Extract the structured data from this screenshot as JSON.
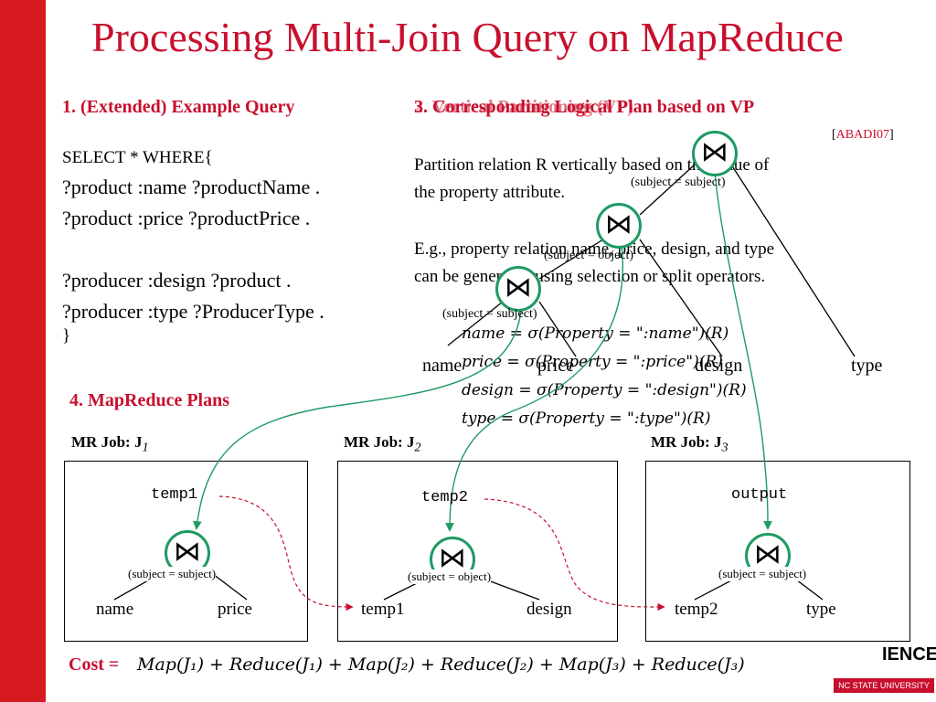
{
  "title": "Processing Multi-Join Query on MapReduce",
  "section1": {
    "heading": "1. (Extended) Example Query",
    "lines": [
      "SELECT * WHERE{",
      "?product   :name ?productName .",
      "?product   :price ?productPrice .",
      "",
      "?producer :design ?product .",
      "?producer :type ?ProducerType .",
      "}"
    ]
  },
  "section23": {
    "heading": "3. Corresponding Logical Plan based on VP",
    "heading_overlap": "2. Vertical Partitioning (VP)",
    "ref_open": "[",
    "ref": "ABADI07",
    "ref_close": "]",
    "para1": [
      "Partition relation R  vertically based on the  value of",
      "the property attribute."
    ],
    "para2": [
      "E.g., property relation name, price, design, and type",
      "can be generated using selection or split operators."
    ],
    "formulas": [
      "name = σ(Property = \":name\")(R)",
      "price = σ(Property = \":price\")(R)",
      "design = σ(Property = \":design\")(R)",
      "type = σ(Property = \":type\")(R)"
    ]
  },
  "logical_plan": {
    "joins": [
      "(subject = subject)",
      "(subject = object)",
      "(subject = subject)"
    ],
    "leaves": [
      "name",
      "price",
      "design",
      "type"
    ]
  },
  "section4": {
    "heading": "4. MapReduce Plans",
    "jobs": [
      {
        "label": "MR Job: J",
        "sub": "1",
        "output": "temp1",
        "cond": "(subject = subject)",
        "left": "name",
        "right": "price"
      },
      {
        "label": "MR Job: J",
        "sub": "2",
        "output": "temp2",
        "cond": "(subject = object)",
        "left": "temp1",
        "right": "design"
      },
      {
        "label": "MR Job: J",
        "sub": "3",
        "output": "output",
        "cond": "(subject = subject)",
        "left": "temp2",
        "right": "type"
      }
    ]
  },
  "cost": {
    "label": "Cost =",
    "formula": "Map(J₁) + Reduce(J₁) + Map(J₂) + Reduce(J₂) + Map(J₃) + Reduce(J₃)"
  },
  "logo": {
    "text": "IENCE",
    "sub": "NC STATE UNIVERSITY"
  },
  "colors": {
    "accent": "#c8102e",
    "join": "#1f9a63",
    "dataflow": "#c8102e"
  }
}
